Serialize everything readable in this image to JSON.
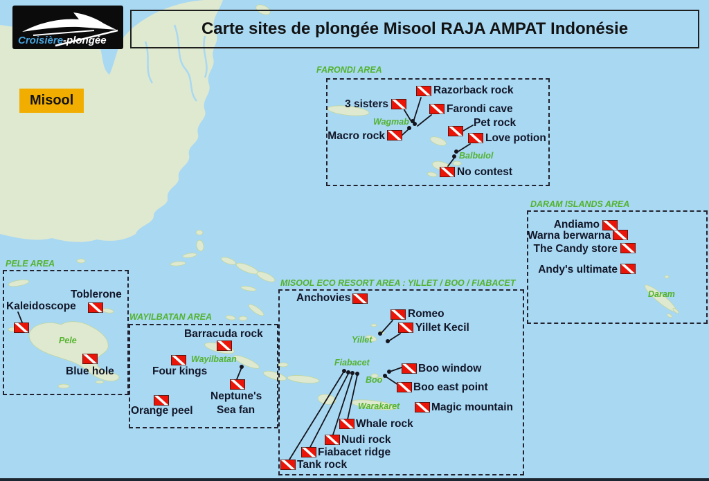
{
  "logo": {
    "brand": "Croisière-plongée",
    "brand_primary": "Croisière",
    "brand_secondary": "-plongée",
    "boat_icon": "speedboat-icon"
  },
  "title": "Carte sites de plongée Misool RAJA AMPAT Indonésie",
  "map": {
    "region_badge": "Misool",
    "marker_icon": "diver-down-flag-icon",
    "areas": [
      {
        "id": "farondi",
        "label": "FARONDI AREA",
        "islands": [
          "Wagmab",
          "Balbulol"
        ],
        "sites": [
          {
            "label": "Razorback rock"
          },
          {
            "label": "3 sisters"
          },
          {
            "label": "Farondi cave"
          },
          {
            "label": "Macro rock"
          },
          {
            "label": "Pet rock"
          },
          {
            "label": "Love potion"
          },
          {
            "label": "No contest"
          }
        ]
      },
      {
        "id": "daram",
        "label": "DARAM ISLANDS AREA",
        "islands": [
          "Daram"
        ],
        "sites": [
          {
            "label": "Andiamo"
          },
          {
            "label": "Warna berwarna"
          },
          {
            "label": "The Candy store"
          },
          {
            "label": "Andy's ultimate"
          }
        ]
      },
      {
        "id": "pele",
        "label": "PELE AREA",
        "islands": [
          "Pele"
        ],
        "sites": [
          {
            "label": "Toblerone"
          },
          {
            "label": "Kaleidoscope"
          },
          {
            "label": "Blue hole"
          }
        ]
      },
      {
        "id": "wayilbatan",
        "label": "WAYILBATAN AREA",
        "islands": [
          "Wayilbatan"
        ],
        "sites": [
          {
            "label": "Barracuda rock"
          },
          {
            "label": "Four kings"
          },
          {
            "label": "Neptune's Sea fan",
            "line1": "Neptune's",
            "line2": "Sea fan"
          },
          {
            "label": "Orange peel"
          }
        ]
      },
      {
        "id": "misool_eco",
        "label": "MISOOL ECO RESORT AREA : YILLET / BOO / FIABACET",
        "islands": [
          "Yillet",
          "Fiabacet",
          "Boo",
          "Warakaret"
        ],
        "sites": [
          {
            "label": "Anchovies"
          },
          {
            "label": "Romeo"
          },
          {
            "label": "Yillet Kecil"
          },
          {
            "label": "Boo window"
          },
          {
            "label": "Boo east point"
          },
          {
            "label": "Magic mountain"
          },
          {
            "label": "Whale rock"
          },
          {
            "label": "Nudi rock"
          },
          {
            "label": "Fiabacet ridge"
          },
          {
            "label": "Tank rock"
          }
        ]
      }
    ],
    "colors": {
      "sea": "#a9d8f3",
      "land": "#dfe9cf",
      "area_green": "#53b32e",
      "flag_red": "#ea1508",
      "site_text": "#111627",
      "badge_bg": "#f2ae00",
      "logo_blue": "#48a3dc",
      "logo_bg": "#0b0b0b"
    }
  }
}
